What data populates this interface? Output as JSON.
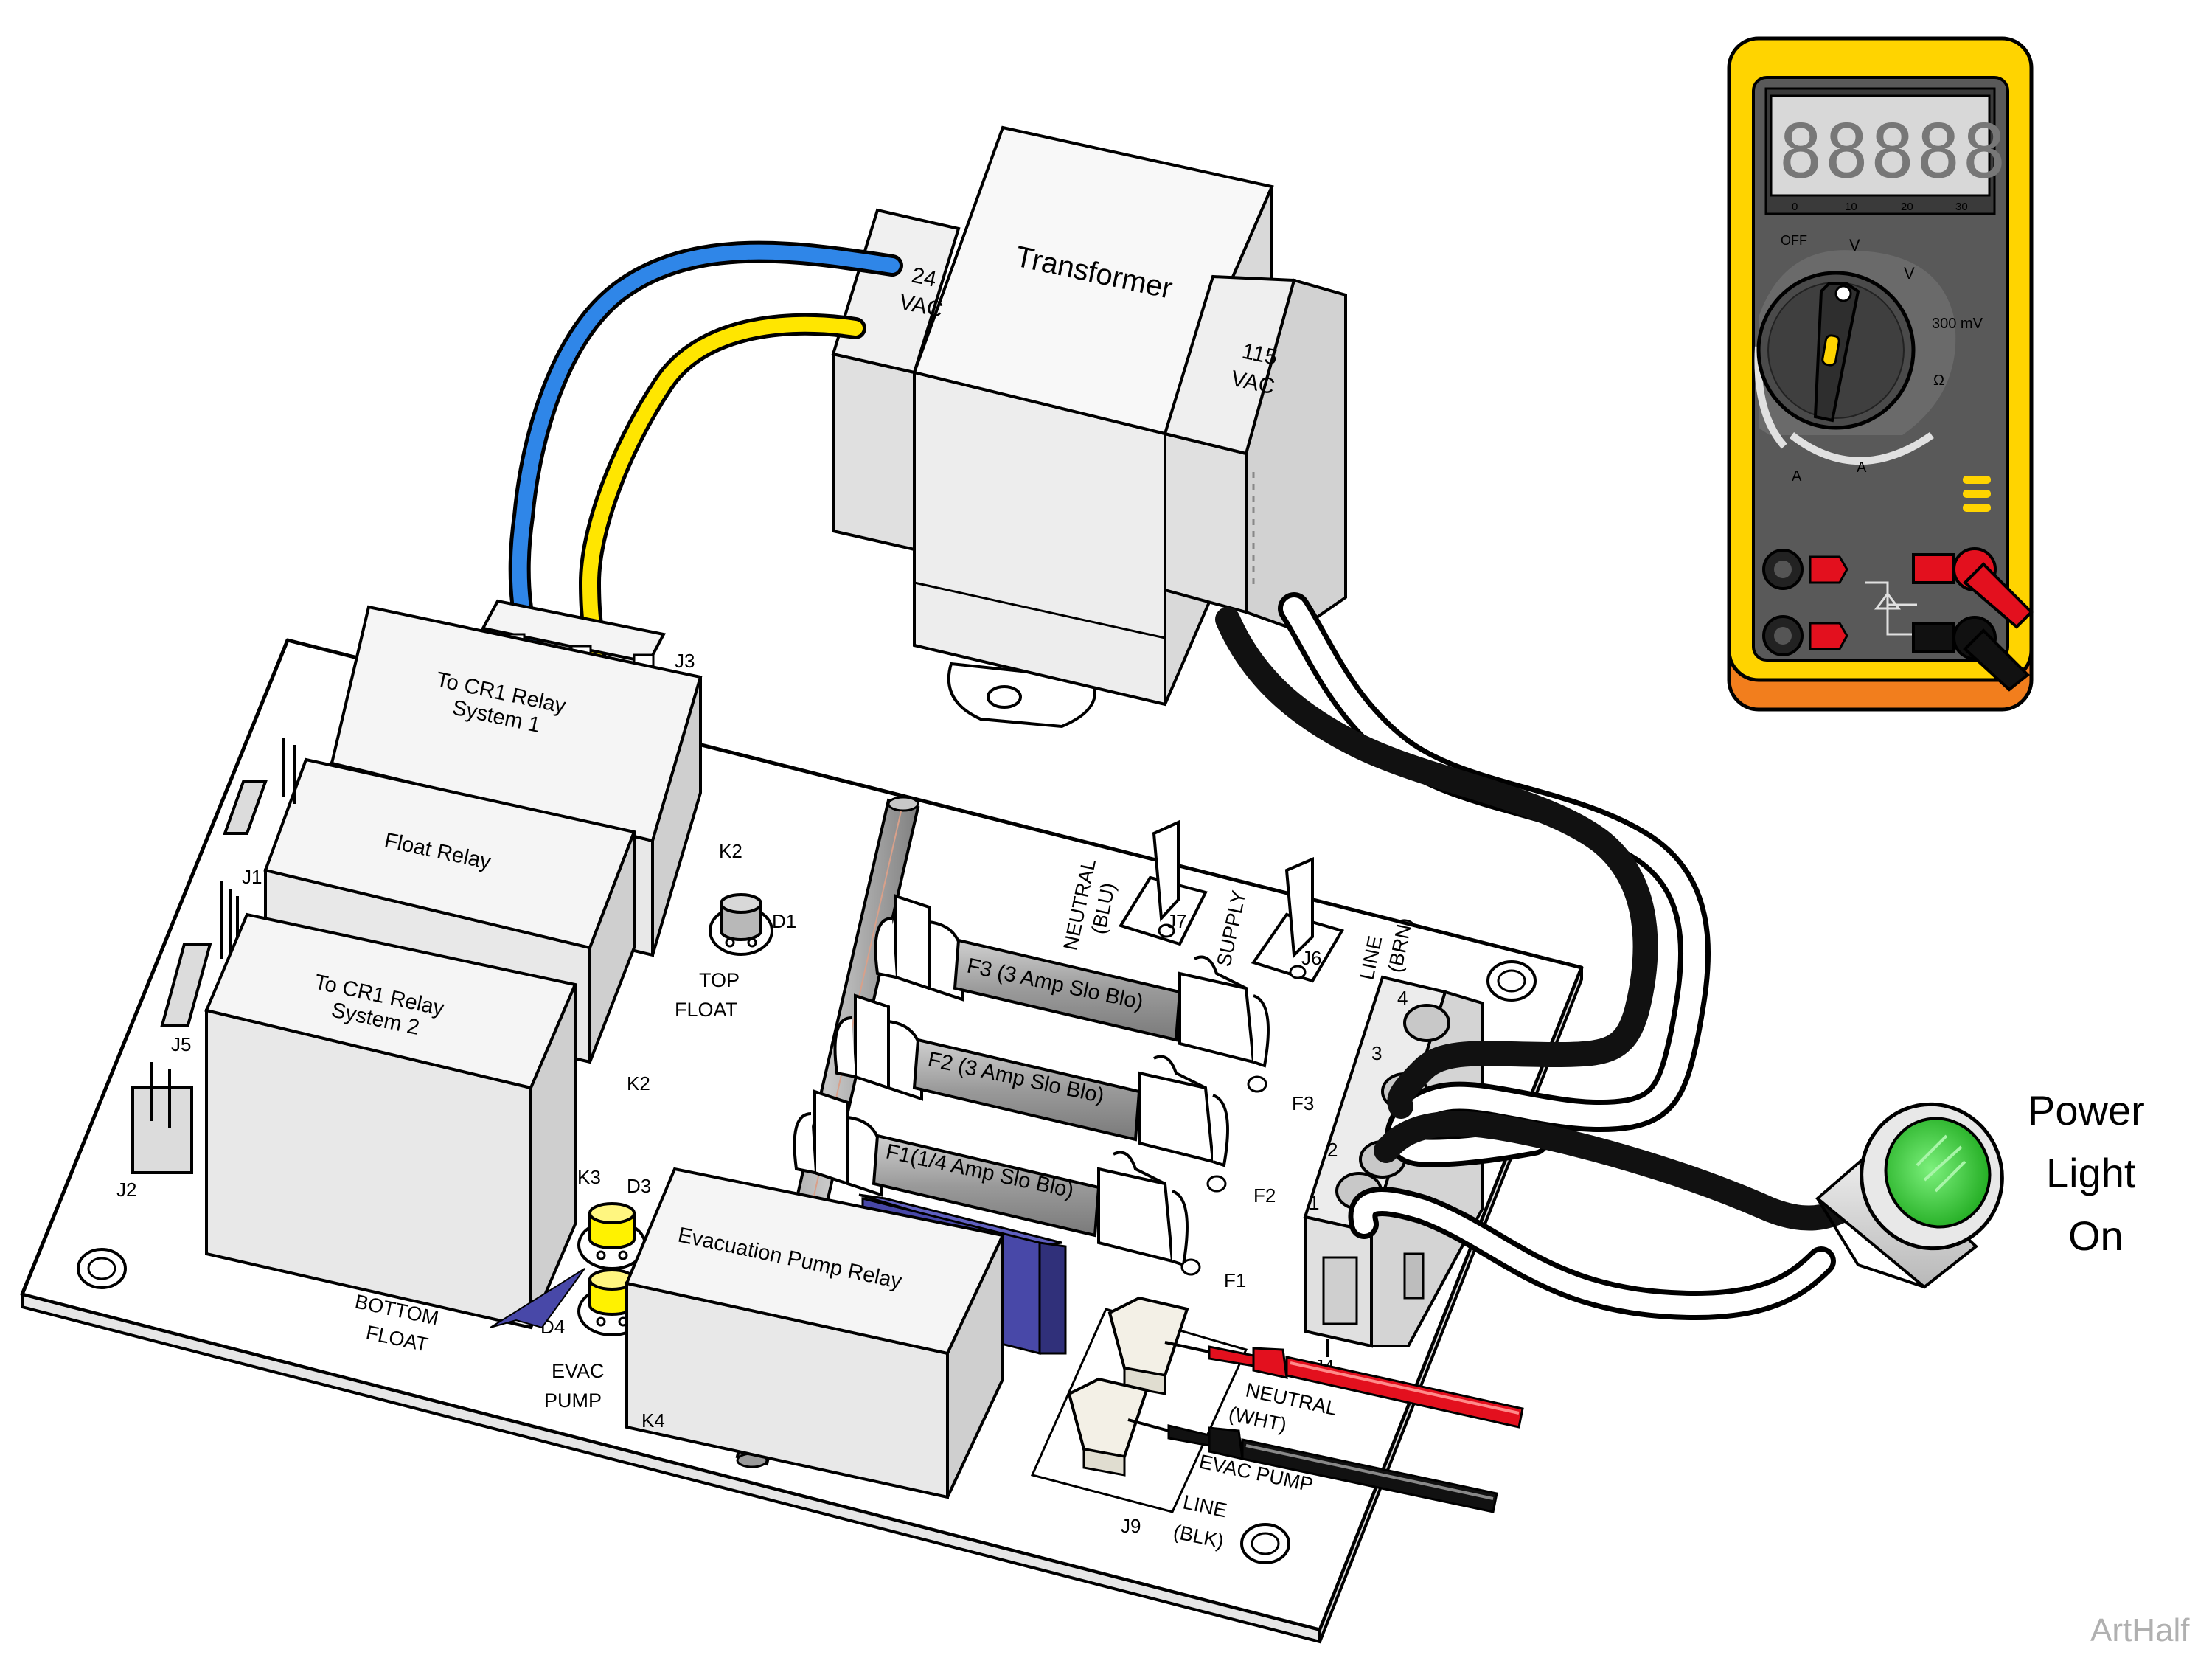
{
  "transformer": {
    "title": "Transformer",
    "secondary_value": "24",
    "secondary_unit": "VAC",
    "primary_value": "115",
    "primary_unit": "VAC"
  },
  "relays": {
    "cr1_system1_line1": "To CR1 Relay",
    "cr1_system1_line2": "System 1",
    "float_relay": "Float Relay",
    "cr1_system2_line1": "To CR1 Relay",
    "cr1_system2_line2": "System 2",
    "evac_pump_relay": "Evacuation Pump  Relay"
  },
  "connectors": {
    "j1": "J1",
    "j2": "J2",
    "j3": "J3",
    "j4": "J4",
    "j5": "J5",
    "j6": "J6",
    "j7": "J7",
    "j9": "J9"
  },
  "components": {
    "k2_top": "K2",
    "k2_side": "K2",
    "k3": "K3",
    "k4": "K4",
    "d1": "D1",
    "d3": "D3",
    "d4": "D4",
    "top_float_1": "TOP",
    "top_float_2": "FLOAT",
    "bottom_float_1": "BOTTOM",
    "bottom_float_2": "FLOAT",
    "evac_pump_1": "EVAC",
    "evac_pump_2": "PUMP"
  },
  "fuses": {
    "f3_label": "F3 (3 Amp Slo Blo)",
    "f2_label": "F2 (3 Amp Slo Blo)",
    "f1_label": "F1(1/4 Amp Slo Blo)",
    "f1": "F1",
    "f2": "F2",
    "f3": "F3"
  },
  "terminals": {
    "neutral_blu_1": "NEUTRAL",
    "neutral_blu_2": "(BLU)",
    "supply": "SUPPLY",
    "line_brn_1": "LINE",
    "line_brn_2": "(BRN)",
    "neutral_wht_1": "NEUTRAL",
    "neutral_wht_2": "(WHT)",
    "evac_pump": "EVAC PUMP",
    "line_blk_1": "LINE",
    "line_blk_2": "(BLK)",
    "pin1": "1",
    "pin2": "2",
    "pin3": "3",
    "pin4": "4"
  },
  "multimeter": {
    "scale_0": "0",
    "scale_10": "10",
    "scale_20": "20",
    "scale_30": "30",
    "off": "OFF",
    "ac_volts": "V",
    "dc_volts": "V",
    "millivolts": "300 mV",
    "ohms": "Ω",
    "dc_amps": "A",
    "ac_amps": "A"
  },
  "power_light": {
    "line1": "Power",
    "line2": "Light",
    "line3": "On"
  },
  "watermark": "ArtHalf",
  "colors": {
    "wire_blue": "#2f86e8",
    "wire_yellow": "#ffe600",
    "wire_black": "#111111",
    "probe_red": "#e3101e",
    "meter_yellow": "#ffd400",
    "meter_orange": "#f27e1d",
    "meter_body": "#595959",
    "led_yellow": "#fff200",
    "lamp_green": "#3cc93c",
    "evac_block": "#4848a8"
  }
}
